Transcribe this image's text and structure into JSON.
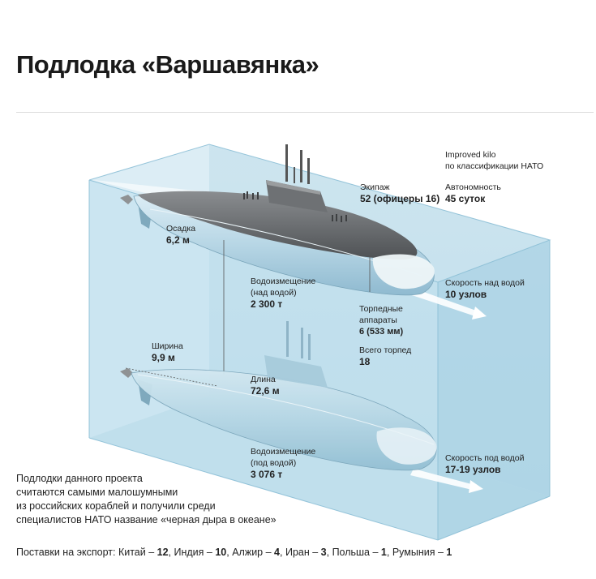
{
  "title": "Подлодка «Варшавянка»",
  "class_note": {
    "line1": "Improved kilo",
    "line2": "по классификации НАТО"
  },
  "autonomy": {
    "label": "Автономность",
    "value": "45 суток"
  },
  "crew": {
    "label": "Экипаж",
    "value": "52 (офицеры 16)"
  },
  "draft": {
    "label": "Осадка",
    "value": "6,2 м"
  },
  "displacement_surface": {
    "line1": "Водоизмещение",
    "line2": "(над водой)",
    "value": "2 300 т"
  },
  "speed_surface": {
    "label": "Скорость над водой",
    "value": "10 узлов"
  },
  "torpedo_tubes": {
    "line1": "Торпедные",
    "line2": "аппараты",
    "value": "6 (533 мм)"
  },
  "torpedoes_total": {
    "label": "Всего торпед",
    "value": "18"
  },
  "width": {
    "label": "Ширина",
    "value": "9,9 м"
  },
  "length": {
    "label": "Длина",
    "value": "72,6 м"
  },
  "displacement_submerged": {
    "line1": "Водоизмещение",
    "line2": "(под водой)",
    "value": "3 076 т"
  },
  "speed_submerged": {
    "label": "Скорость под водой",
    "value": "17-19 узлов"
  },
  "note": {
    "line1": "Подлодки данного проекта",
    "line2": "считаются самыми малошумными",
    "line3": "из российских кораблей и получили среди",
    "line4": "специалистов НАТО название «черная дыра в океане»"
  },
  "export": {
    "label": "Поставки на экспорт:",
    "items": [
      {
        "country": "Китай",
        "count": "12"
      },
      {
        "country": "Индия",
        "count": "10"
      },
      {
        "country": "Алжир",
        "count": "4"
      },
      {
        "country": "Иран",
        "count": "3"
      },
      {
        "country": "Польша",
        "count": "1"
      },
      {
        "country": "Румыния",
        "count": "1"
      }
    ]
  },
  "colors": {
    "water": "#cfe6f0",
    "water_dark": "#a9d0e2",
    "hull": "#b9d8e6",
    "deck": "#6f7275",
    "text": "#222222"
  }
}
